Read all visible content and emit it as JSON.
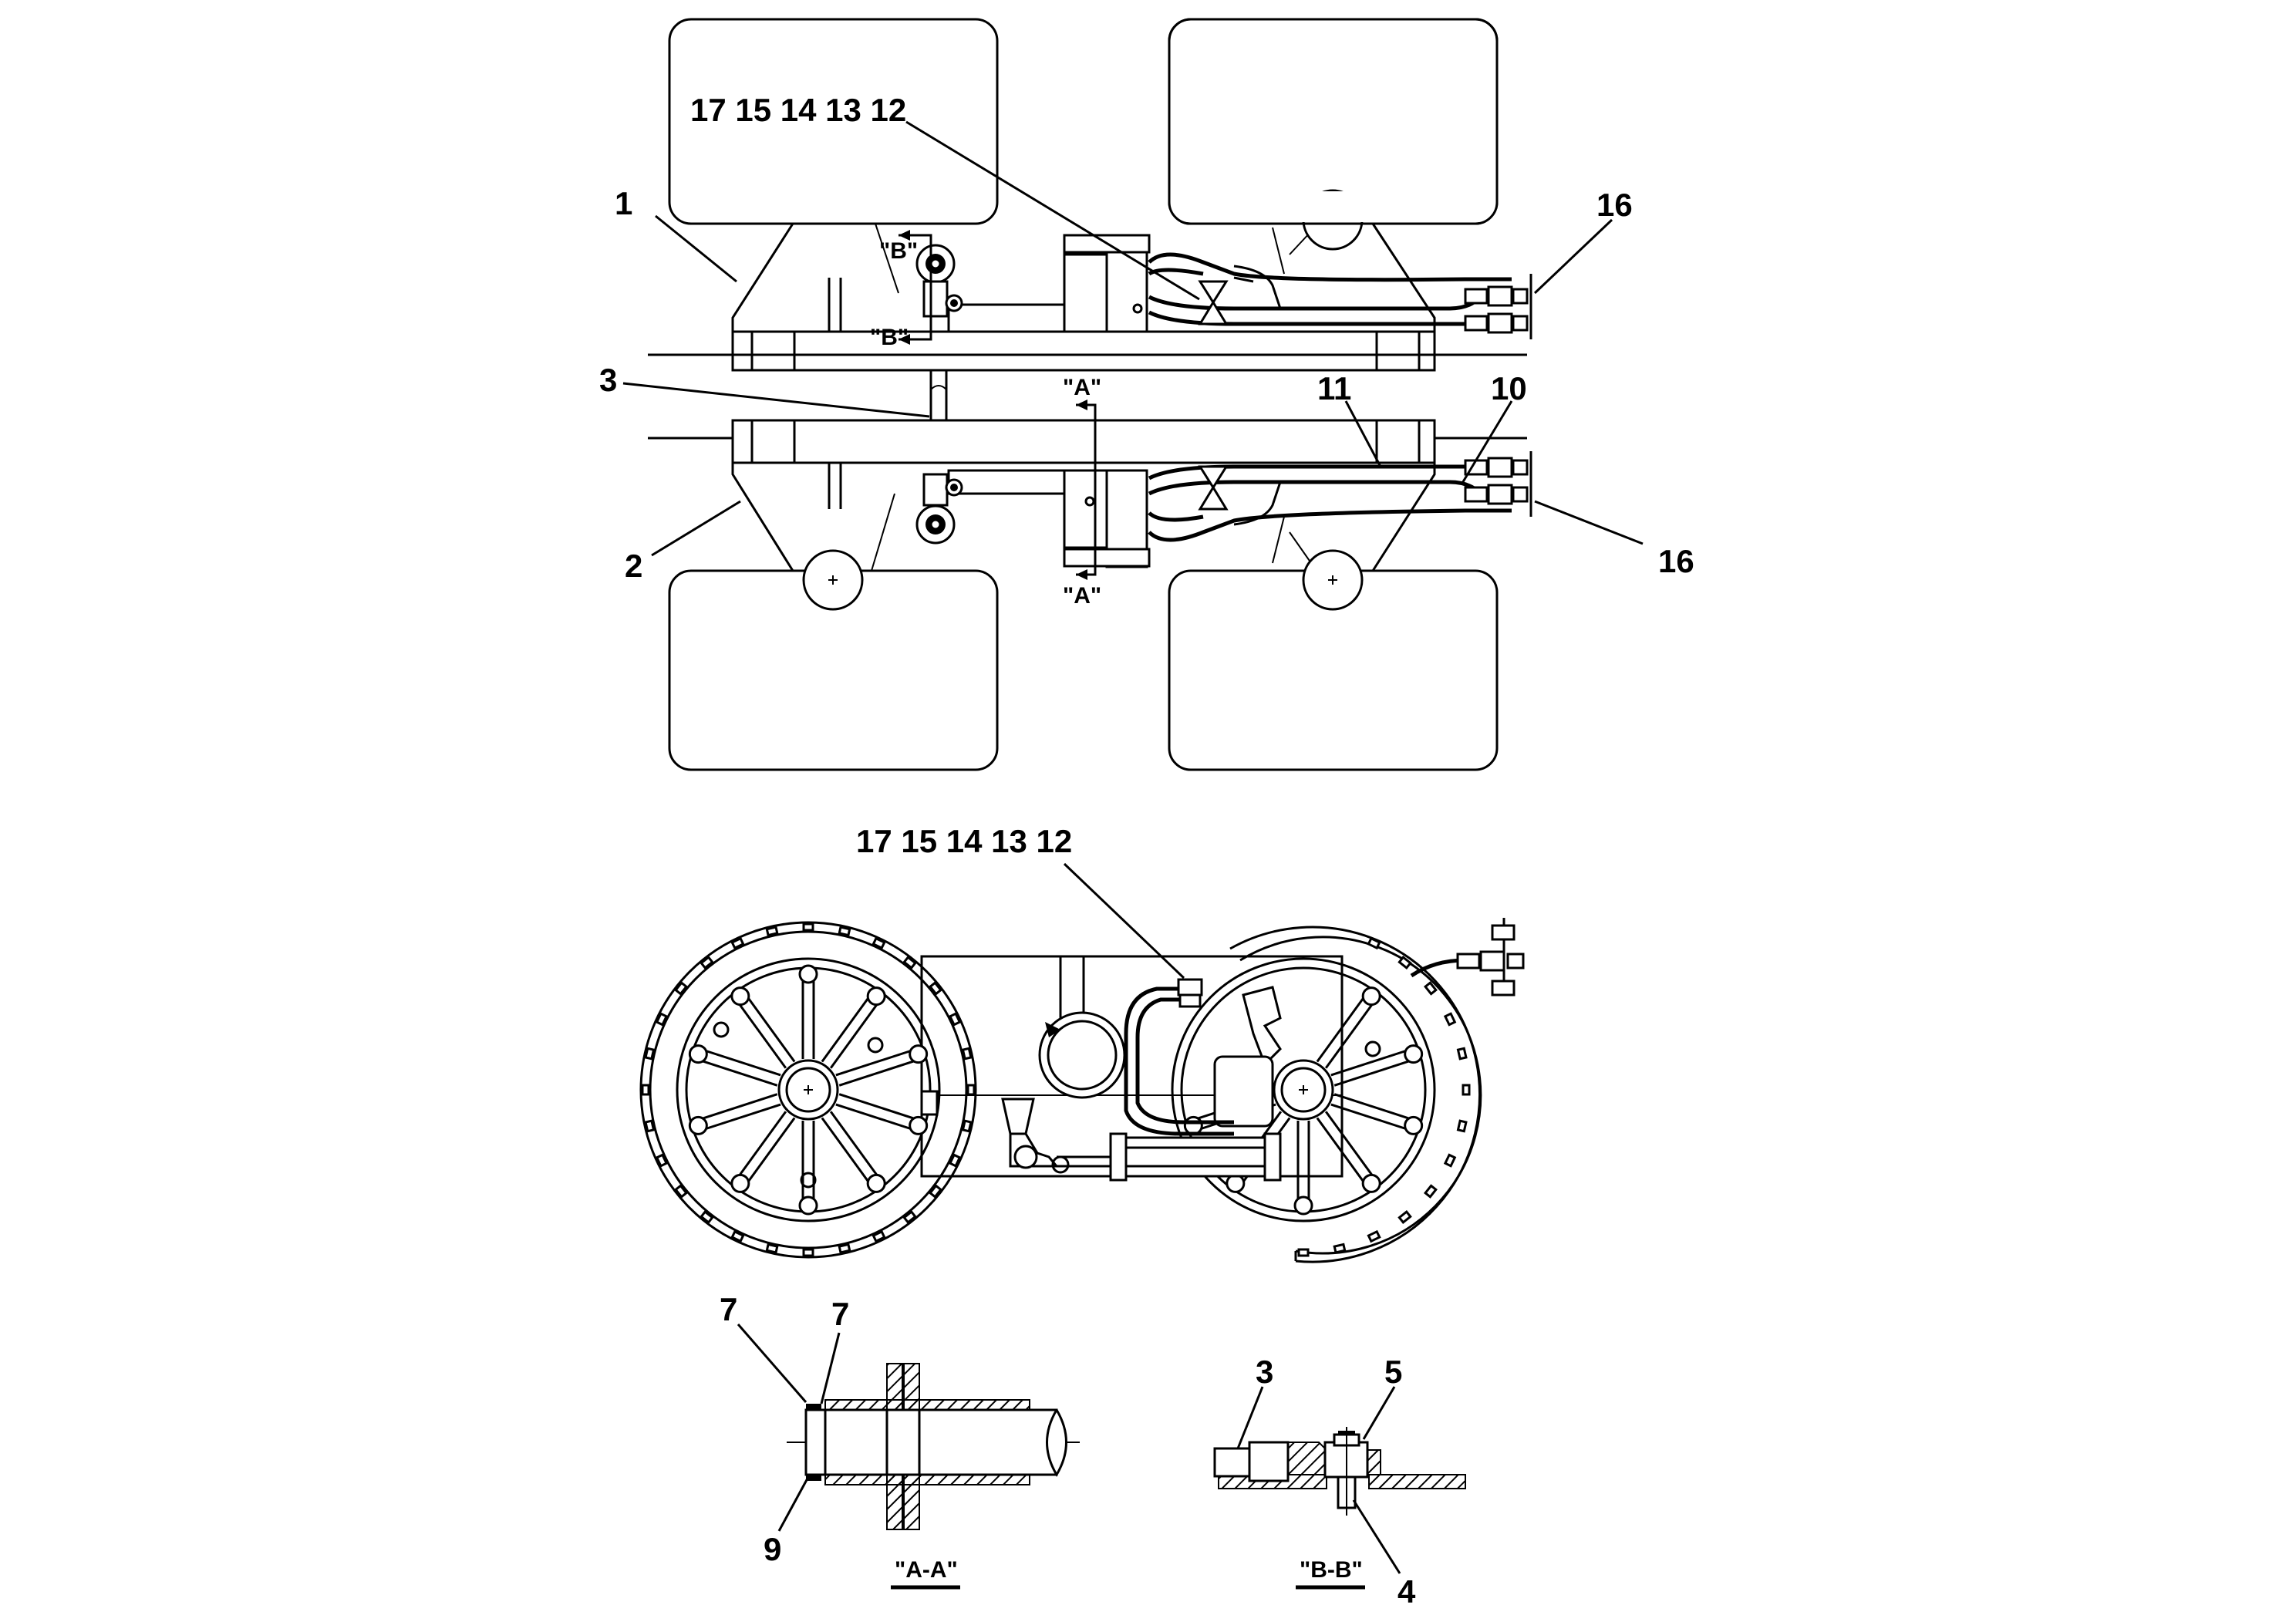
{
  "callouts": {
    "top_group": "17 15 14 13 12",
    "side_group": "17 15 14 13 12",
    "c1": "1",
    "c2": "2",
    "c3": "3",
    "c10": "10",
    "c11": "11",
    "c16a": "16",
    "c16b": "16",
    "aa_7a": "7",
    "aa_7b": "7",
    "aa_9": "9",
    "bb_3": "3",
    "bb_5": "5",
    "bb_4": "4"
  },
  "section_marks": {
    "b_top": "\"B\"",
    "b_bottom": "\"B\"",
    "a_top": "\"A\"",
    "a_bottom": "\"A\""
  },
  "section_titles": {
    "aa": "\"A-A\"",
    "bb": "\"B-B\""
  }
}
